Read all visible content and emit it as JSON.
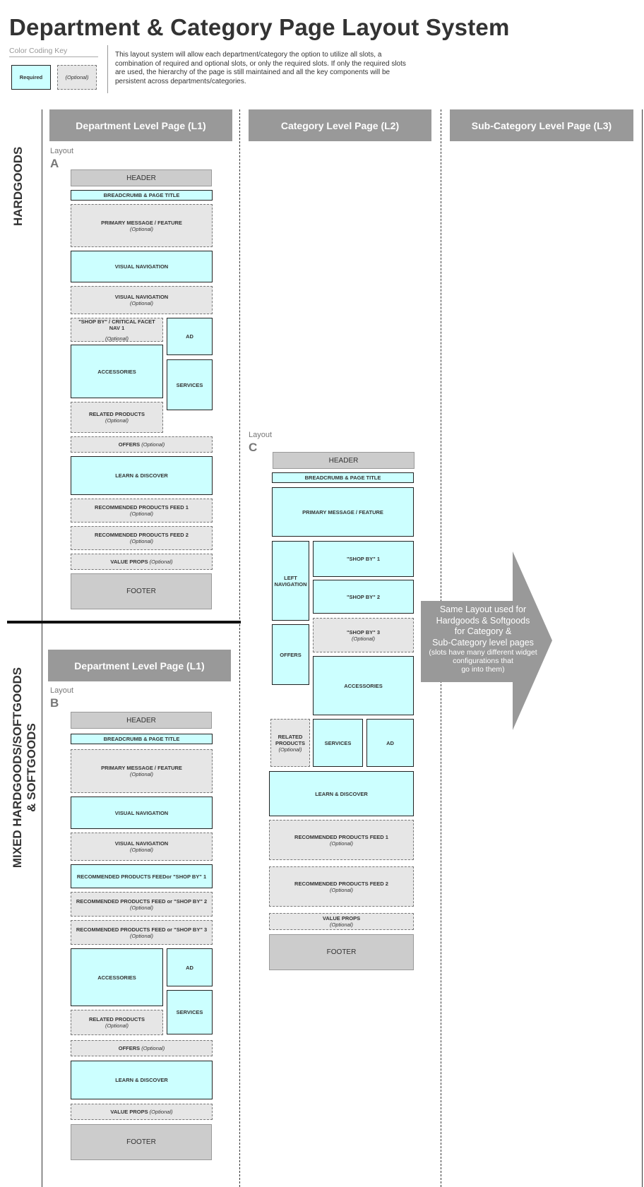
{
  "title": "Department & Category Page Layout System",
  "key": {
    "title": "Color Coding Key",
    "required": "Required",
    "optional": "(Optional)"
  },
  "description": "This layout system will allow each department/category the option to utilize all slots, a combination of required and optional slots, or only the required slots. If only the required slots are used, the hierarchy of the page is still maintained and all the key components will be persistent across departments/categories.",
  "sections": {
    "hardgoods": "HARDGOODS",
    "mixed_line1": "MIXED HARDGOODS/SOFTGOODS",
    "mixed_line2": "& SOFTGOODS"
  },
  "columns": {
    "l1": "Department Level Page (L1)",
    "l2": "Category Level Page (L2)",
    "l3": "Sub-Category Level Page (L3)"
  },
  "layout_word": "Layout",
  "layout_a": {
    "letter": "A",
    "header": "HEADER",
    "breadcrumb": "BREADCRUMB & PAGE TITLE",
    "primary": "PRIMARY MESSAGE / FEATURE",
    "primary_sub": "(Optional)",
    "visual_nav": "VISUAL NAVIGATION",
    "visual_nav2": "VISUAL NAVIGATION",
    "visual_nav2_sub": "(Optional)",
    "shopby": "\"SHOP BY\" / CRITICAL FACET NAV 1",
    "shopby_sub": "(Optional)",
    "ad": "AD",
    "accessories": "ACCESSORIES",
    "services": "SERVICES",
    "related": "RELATED PRODUCTS",
    "related_sub": "(Optional)",
    "offers": "OFFERS",
    "offers_sub": "(Optional)",
    "learn": "LEARN & DISCOVER",
    "rec1": "RECOMMENDED PRODUCTS FEED 1",
    "rec1_sub": "(Optional)",
    "rec2": "RECOMMENDED PRODUCTS FEED 2",
    "rec2_sub": "(Optional)",
    "value": "VALUE PROPS",
    "value_sub": "(Optional)",
    "footer": "FOOTER"
  },
  "layout_b": {
    "letter": "B",
    "header": "HEADER",
    "breadcrumb": "BREADCRUMB & PAGE TITLE",
    "primary": "PRIMARY MESSAGE / FEATURE",
    "primary_sub": "(Optional)",
    "visual_nav": "VISUAL NAVIGATION",
    "visual_nav2": "VISUAL NAVIGATION",
    "visual_nav2_sub": "(Optional)",
    "rec_shop1": "RECOMMENDED PRODUCTS FEEDor \"SHOP BY\" 1",
    "rec_shop2": "RECOMMENDED PRODUCTS FEED or \"SHOP BY\"  2",
    "rec_shop2_sub": "(Optional)",
    "rec_shop3": "RECOMMENDED PRODUCTS FEED or \"SHOP BY\" 3",
    "rec_shop3_sub": "(Optional)",
    "accessories": "ACCESSORIES",
    "ad": "AD",
    "services": "SERVICES",
    "related": "RELATED PRODUCTS",
    "related_sub": "(Optional)",
    "offers": "OFFERS",
    "offers_sub": "(Optional)",
    "learn": "LEARN & DISCOVER",
    "value": "VALUE PROPS",
    "value_sub": "(Optional)",
    "footer": "FOOTER"
  },
  "layout_c": {
    "letter": "C",
    "header": "HEADER",
    "breadcrumb": "BREADCRUMB & PAGE TITLE",
    "primary": "PRIMARY MESSAGE / FEATURE",
    "left_nav": "LEFT NAVIGATION",
    "shop1": "\"SHOP BY\"  1",
    "shop2": "\"SHOP BY\"  2",
    "shop3": "\"SHOP BY\"  3",
    "shop3_sub": "(Optional)",
    "offers": "OFFERS",
    "accessories": "ACCESSORIES",
    "related": "RELATED PRODUCTS",
    "related_sub": "(Optional)",
    "services": "SERVICES",
    "ad": "AD",
    "learn": "LEARN & DISCOVER",
    "rec1": "RECOMMENDED PRODUCTS FEED 1",
    "rec1_sub": "(Optional)",
    "rec2": "RECOMMENDED PRODUCTS FEED 2",
    "rec2_sub": "(Optional)",
    "value": "VALUE PROPS",
    "value_sub": "(Optional)",
    "footer": "FOOTER"
  },
  "arrow": {
    "line1": "Same Layout used for",
    "line2": "Hardgoods & Softgoods",
    "line3": "for Category &",
    "line4": "Sub-Category level pages",
    "line5": "(slots have many different widget",
    "line6": "configurations that",
    "line7": "go into them)"
  },
  "colors": {
    "required": "#ccffff",
    "optional": "#e6e6e6",
    "structural": "#cccccc",
    "header_bar": "#999999"
  }
}
